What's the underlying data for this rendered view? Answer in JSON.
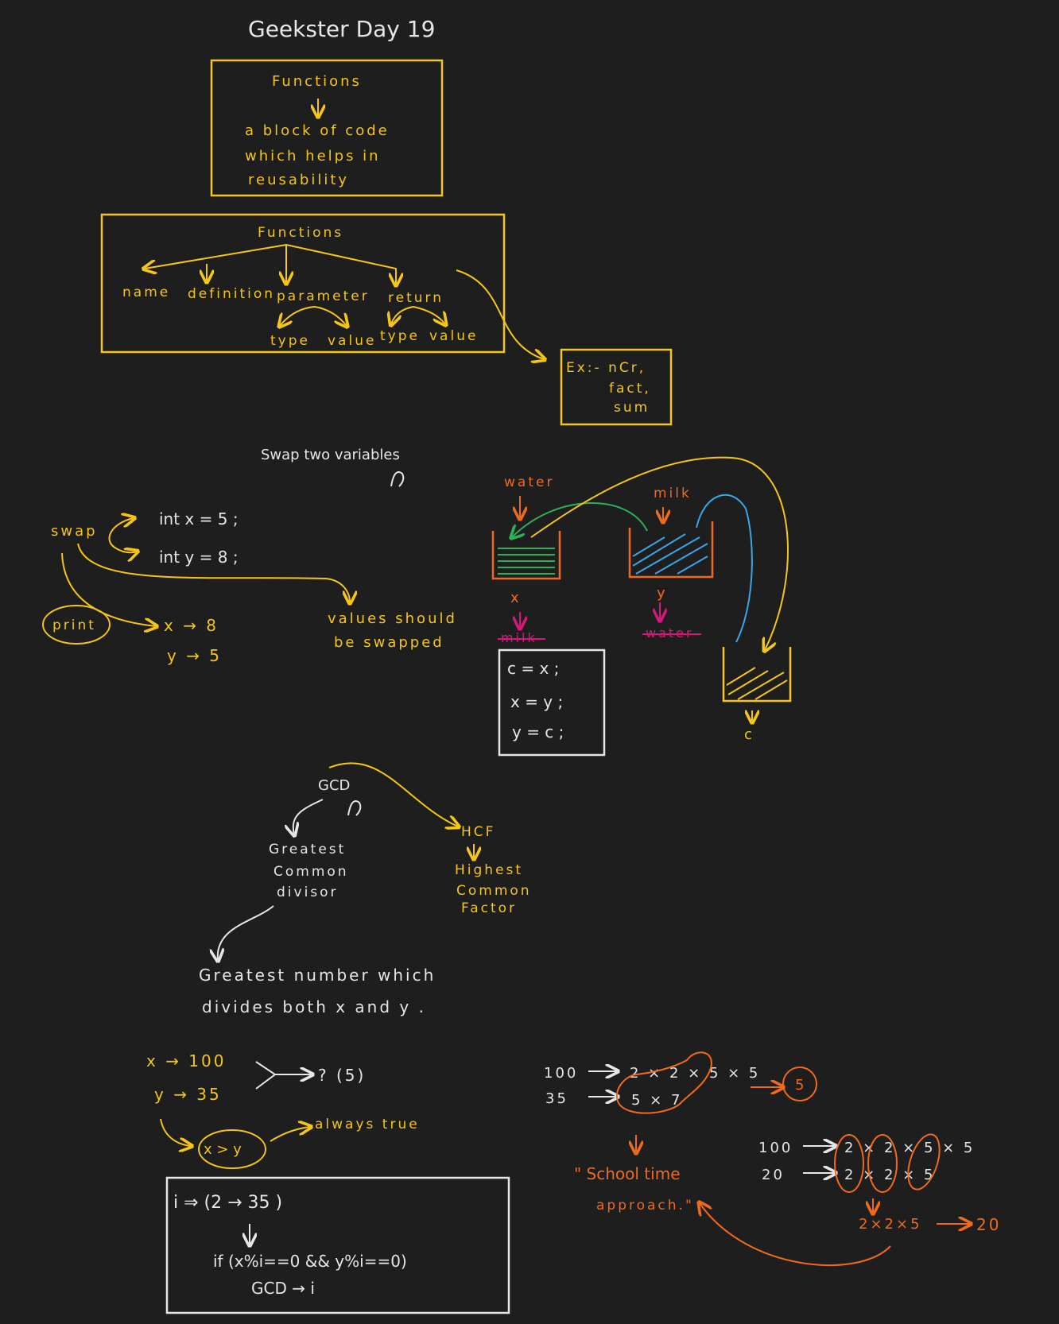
{
  "title": "Geekster Day 19",
  "functions_box": {
    "heading": "Functions",
    "line1": "a block of code",
    "line2": "which helps in",
    "line3": "reusability"
  },
  "functions_tree": {
    "root": "Functions",
    "children": [
      "name",
      "definition",
      "parameter",
      "return"
    ],
    "param_children": [
      "type",
      "value"
    ],
    "return_children": [
      "type",
      "value"
    ]
  },
  "examples_box": {
    "line1": "Ex:- nCr,",
    "line2": "fact,",
    "line3": "sum"
  },
  "swap_section": {
    "heading": "Swap two variables",
    "swap_label": "swap",
    "code_line1": "int  x  =  5  ;",
    "code_line2": "int   y  =  8  ;",
    "print_label": "print",
    "result_x": "x → 8",
    "result_y": "y → 5",
    "note_line1": "values should",
    "note_line2": "be swapped",
    "water_label": "water",
    "milk_label": "milk",
    "x_label": "x",
    "y_label": "y",
    "struck_milk": "milk",
    "struck_water": "water",
    "c_label": "c",
    "code_box": [
      "c = x ;",
      "x = y ;",
      "y = c ;"
    ]
  },
  "gcd_section": {
    "gcd_label": "GCD",
    "gcd_line1": "Greatest",
    "gcd_line2": "Common",
    "gcd_line3": "divisor",
    "hcf_label": "HCF",
    "hcf_line1": "Highest",
    "hcf_line2": "Common",
    "hcf_line3": "Factor",
    "definition_line1": "Greatest  number  which",
    "definition_line2": "divides  both   x   and  y ."
  },
  "gcd_example": {
    "x_val": "x → 100",
    "y_val": "y → 35",
    "result": "? (5)",
    "condition": "x > y",
    "always_true": "always true",
    "loop_line": "i ⇒ (2 → 35 )",
    "if_line": "if (x%i==0  &&   y%i==0)",
    "gcd_assign": "GCD → i"
  },
  "school_approach": {
    "row1_num": "100",
    "row1_factors": "2 × 2 × 5 × 5",
    "row2_num": "35",
    "row2_factors": "5 × 7",
    "circled_result": "5",
    "quote_line1": "\" School time",
    "quote_line2": "approach.\"",
    "row3_num": "100",
    "row3_factors": "2 × 2 × 5 × 5",
    "row4_num": "20",
    "row4_factors": "2 × 2 × 5",
    "product": "2×2×5",
    "product_result": "20"
  },
  "colors": {
    "background": "#1e1e1e",
    "yellow": "#f5c518",
    "white": "#e6e6e6",
    "orange": "#f06a1c",
    "green": "#2bb15a",
    "blue": "#3aa6e6",
    "magenta": "#d6177a"
  }
}
